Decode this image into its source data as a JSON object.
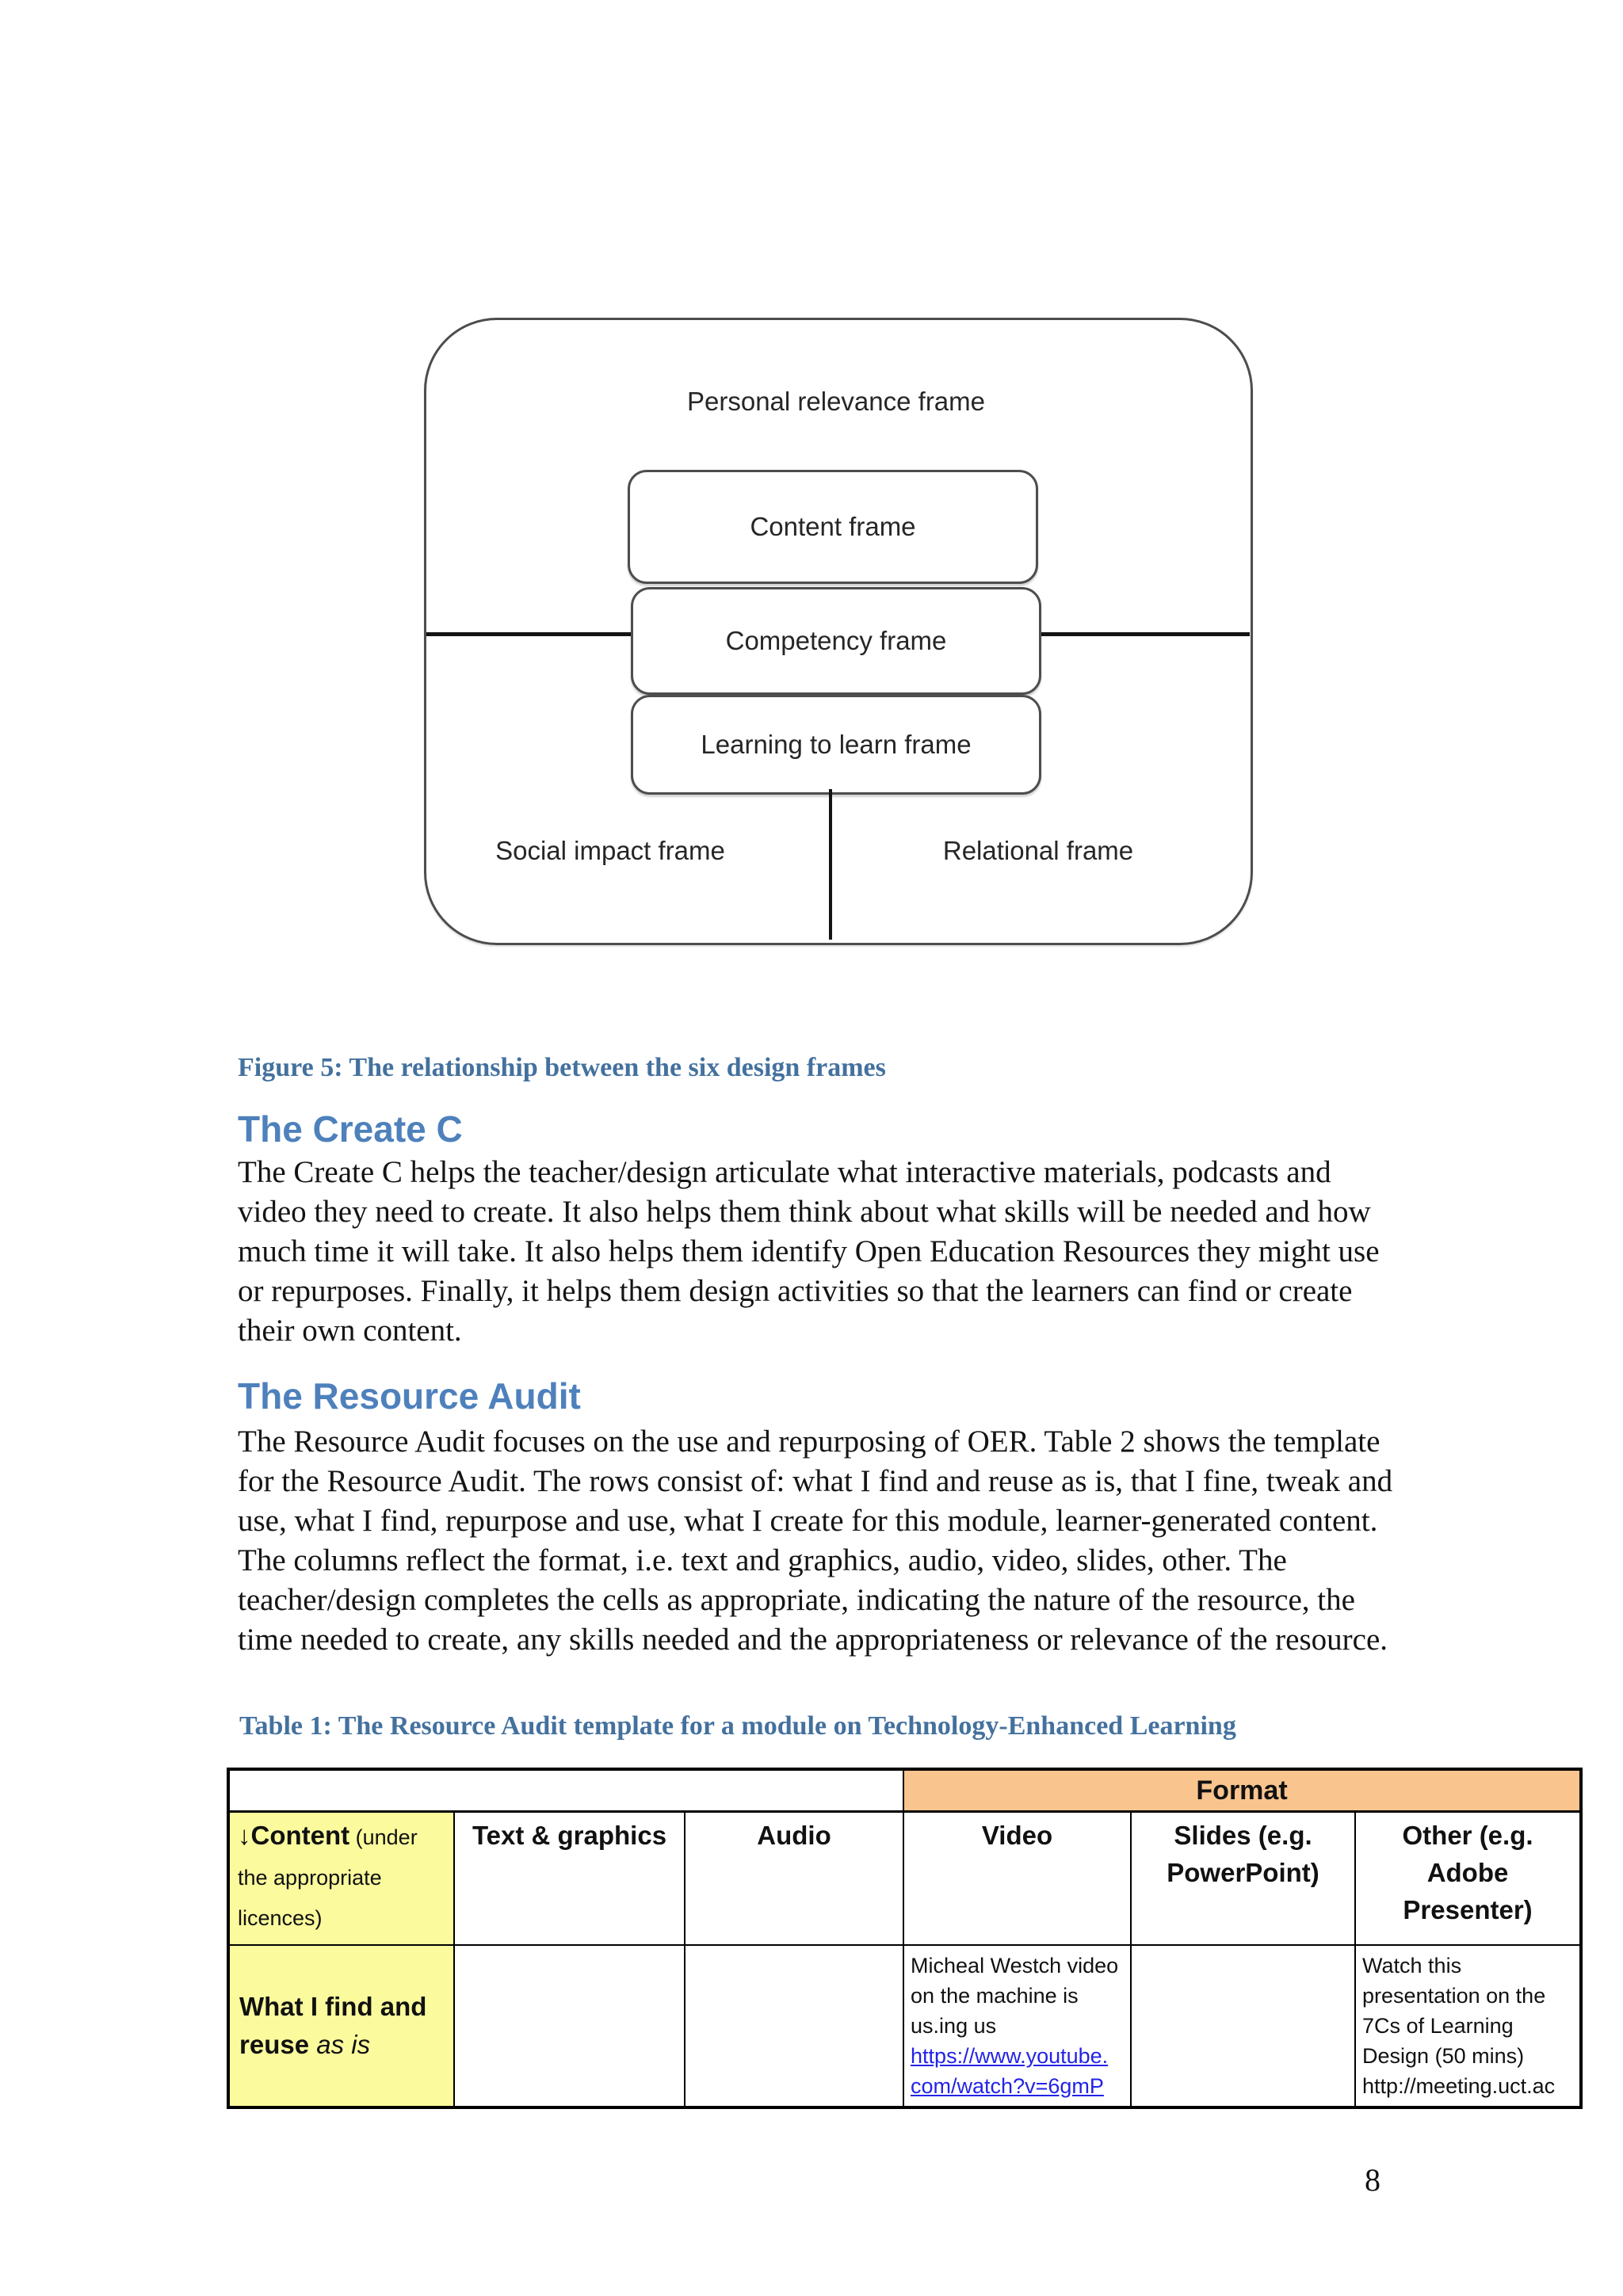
{
  "diagram": {
    "outer_label": "Personal relevance frame",
    "boxes": [
      "Content frame",
      "Competency frame",
      "Learning to learn frame"
    ],
    "bottom_left_label": "Social impact frame",
    "bottom_right_label": "Relational frame"
  },
  "figure_caption": "Figure 5: The relationship between the six design frames",
  "sections": [
    {
      "heading": "The Create C",
      "body": "The Create C helps the teacher/design articulate what interactive materials, podcasts and video they need to create. It also helps them think about what skills will be needed and how much time it will take. It also helps them identify Open Education Resources they might use or repurposes. Finally, it helps them design activities so that the learners can find or create their own content."
    },
    {
      "heading": "The Resource Audit",
      "body": "The Resource Audit focuses on the use and repurposing of OER. Table 2 shows the template for the Resource Audit. The rows consist of: what I find and reuse as is, that I fine, tweak and use, what I find, repurpose and use, what I create for this module, learner-generated content. The columns reflect the format, i.e. text and graphics, audio, video, slides, other. The teacher/design completes the cells as appropriate, indicating the nature of the resource, the time needed to create, any skills needed and the appropriateness or relevance of the resource."
    }
  ],
  "table_caption": "Table 1: The Resource Audit template for a module on Technology-Enhanced Learning",
  "table": {
    "format_header": "Format",
    "content_header_bold": "↓Content",
    "content_header_note": " (under the appropriate licences)",
    "column_headers": [
      "Text & graphics",
      "Audio",
      "Video",
      "Slides (e.g. PowerPoint)",
      "Other (e.g. Adobe Presenter)"
    ],
    "row": {
      "label_bold": "What I find and reuse ",
      "label_italic": "as is",
      "text_graphics": "",
      "audio": "",
      "video_text": "Micheal Westch video on the machine is us.ing us",
      "video_link": "https://www.youtube.com/watch?v=6gmP",
      "slides": "",
      "other": "Watch this presentation on the 7Cs of Learning Design (50 mins) http://meeting.uct.ac"
    }
  },
  "page_number": "8",
  "colors": {
    "heading_blue": "#4e81bc",
    "caption_blue": "#44719e",
    "format_orange": "#fac48e",
    "row_yellow": "#fbfb9d",
    "hyperlink_blue": "#2323e6"
  }
}
